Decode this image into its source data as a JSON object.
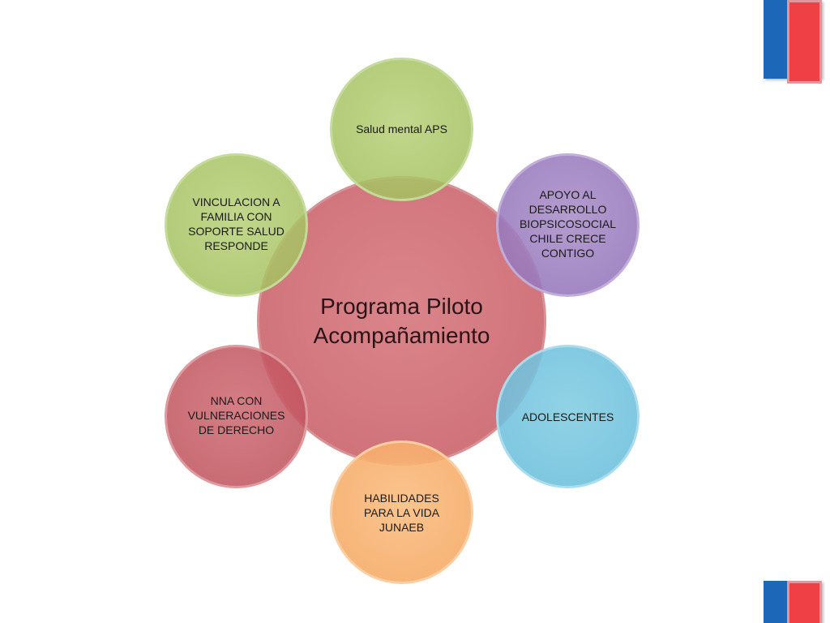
{
  "diagram": {
    "center": {
      "label_line1": "Programa Piloto",
      "label_line2": "Acompañamiento",
      "color": "#cc6870"
    },
    "nodes": [
      {
        "id": "salud-mental",
        "lines": [
          "Salud mental APS"
        ],
        "color": "#a8c464"
      },
      {
        "id": "apoyo-desarrollo",
        "lines": [
          "APOYO AL",
          "DESARROLLO",
          "BIOPSICOSOCIAL",
          "CHILE CRECE",
          "CONTIGO"
        ],
        "color": "#9a7cbf"
      },
      {
        "id": "adolescentes",
        "lines": [
          "ADOLESCENTES"
        ],
        "color": "#70c2dc"
      },
      {
        "id": "habilidades",
        "lines": [
          "HABILIDADES",
          "PARA LA VIDA",
          "JUNAEB"
        ],
        "color": "#f6ac68"
      },
      {
        "id": "nna",
        "lines": [
          "NNA CON",
          "VULNERACIONES",
          "DE DERECHO"
        ],
        "color": "#c0545e"
      },
      {
        "id": "vinculacion",
        "lines": [
          "VINCULACION A",
          "FAMILIA CON",
          "SOPORTE SALUD",
          "RESPONDE"
        ],
        "color": "#a4c160"
      }
    ]
  },
  "branding": {
    "flag_colors": {
      "blue": "#1c67b7",
      "red": "#ef4145"
    }
  }
}
